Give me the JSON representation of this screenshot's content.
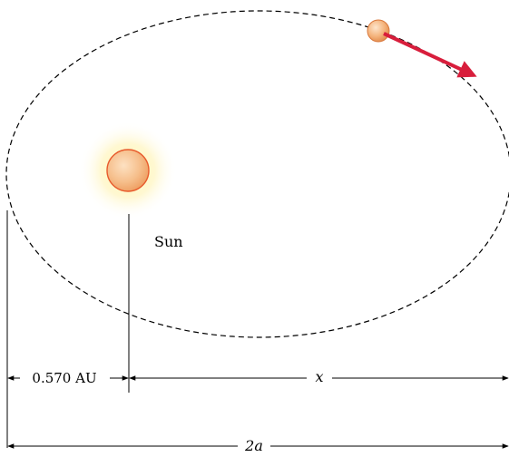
{
  "diagram": {
    "sun_label": "Sun",
    "perihelion_distance": "0.570 AU",
    "x_label": "x",
    "major_axis_label": "2a",
    "colors": {
      "orbit": "#000000",
      "sun_fill": "#f4b87c",
      "sun_glow": "#fff3a8",
      "planet_fill": "#f2b079",
      "velocity_arrow": "#d81e3c",
      "dimension_lines": "#000000"
    },
    "icons": {
      "sun": "sun-icon",
      "planet": "planet-icon",
      "velocity": "velocity-arrow-icon"
    }
  }
}
